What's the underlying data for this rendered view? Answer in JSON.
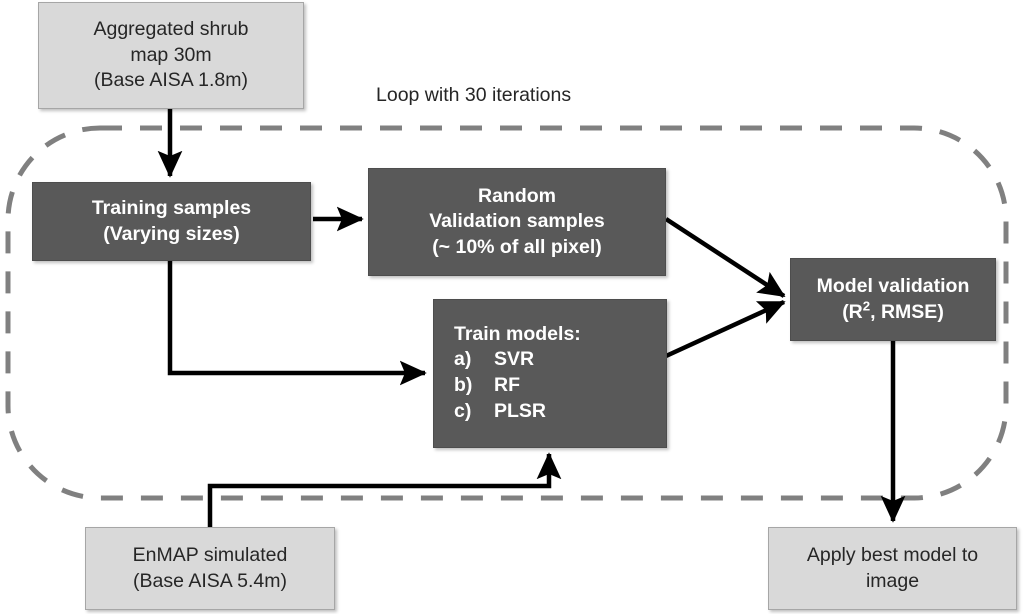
{
  "diagram": {
    "title_label": "Loop with 30 iterations",
    "colors": {
      "dark_box": "#595959",
      "light_box": "#d9d9d9",
      "arrow": "#000000",
      "loop_border": "#808080",
      "text_dark": "#262626",
      "text_light": "#ffffff"
    },
    "nodes": {
      "aggregated_shrub_map": {
        "line1": "Aggregated shrub",
        "line2": "map 30m",
        "line3": "(Base AISA 1.8m)"
      },
      "training_samples": {
        "line1": "Training samples",
        "line2": "(Varying sizes)"
      },
      "random_validation_samples": {
        "line1": "Random",
        "line2": "Validation samples",
        "line3": "(~ 10% of all pixel)"
      },
      "train_models": {
        "heading": "Train models:",
        "items": [
          {
            "marker": "a)",
            "label": "SVR"
          },
          {
            "marker": "b)",
            "label": "RF"
          },
          {
            "marker": "c)",
            "label": "PLSR"
          }
        ]
      },
      "model_validation": {
        "line1": "Model validation",
        "line2_prefix": "(R",
        "line2_sup": "2",
        "line2_suffix": ", RMSE)"
      },
      "enmap_simulated": {
        "line1": "EnMAP simulated",
        "line2": "(Base AISA 5.4m)"
      },
      "apply_best_model": {
        "line1": "Apply best model to",
        "line2": "image"
      }
    }
  }
}
